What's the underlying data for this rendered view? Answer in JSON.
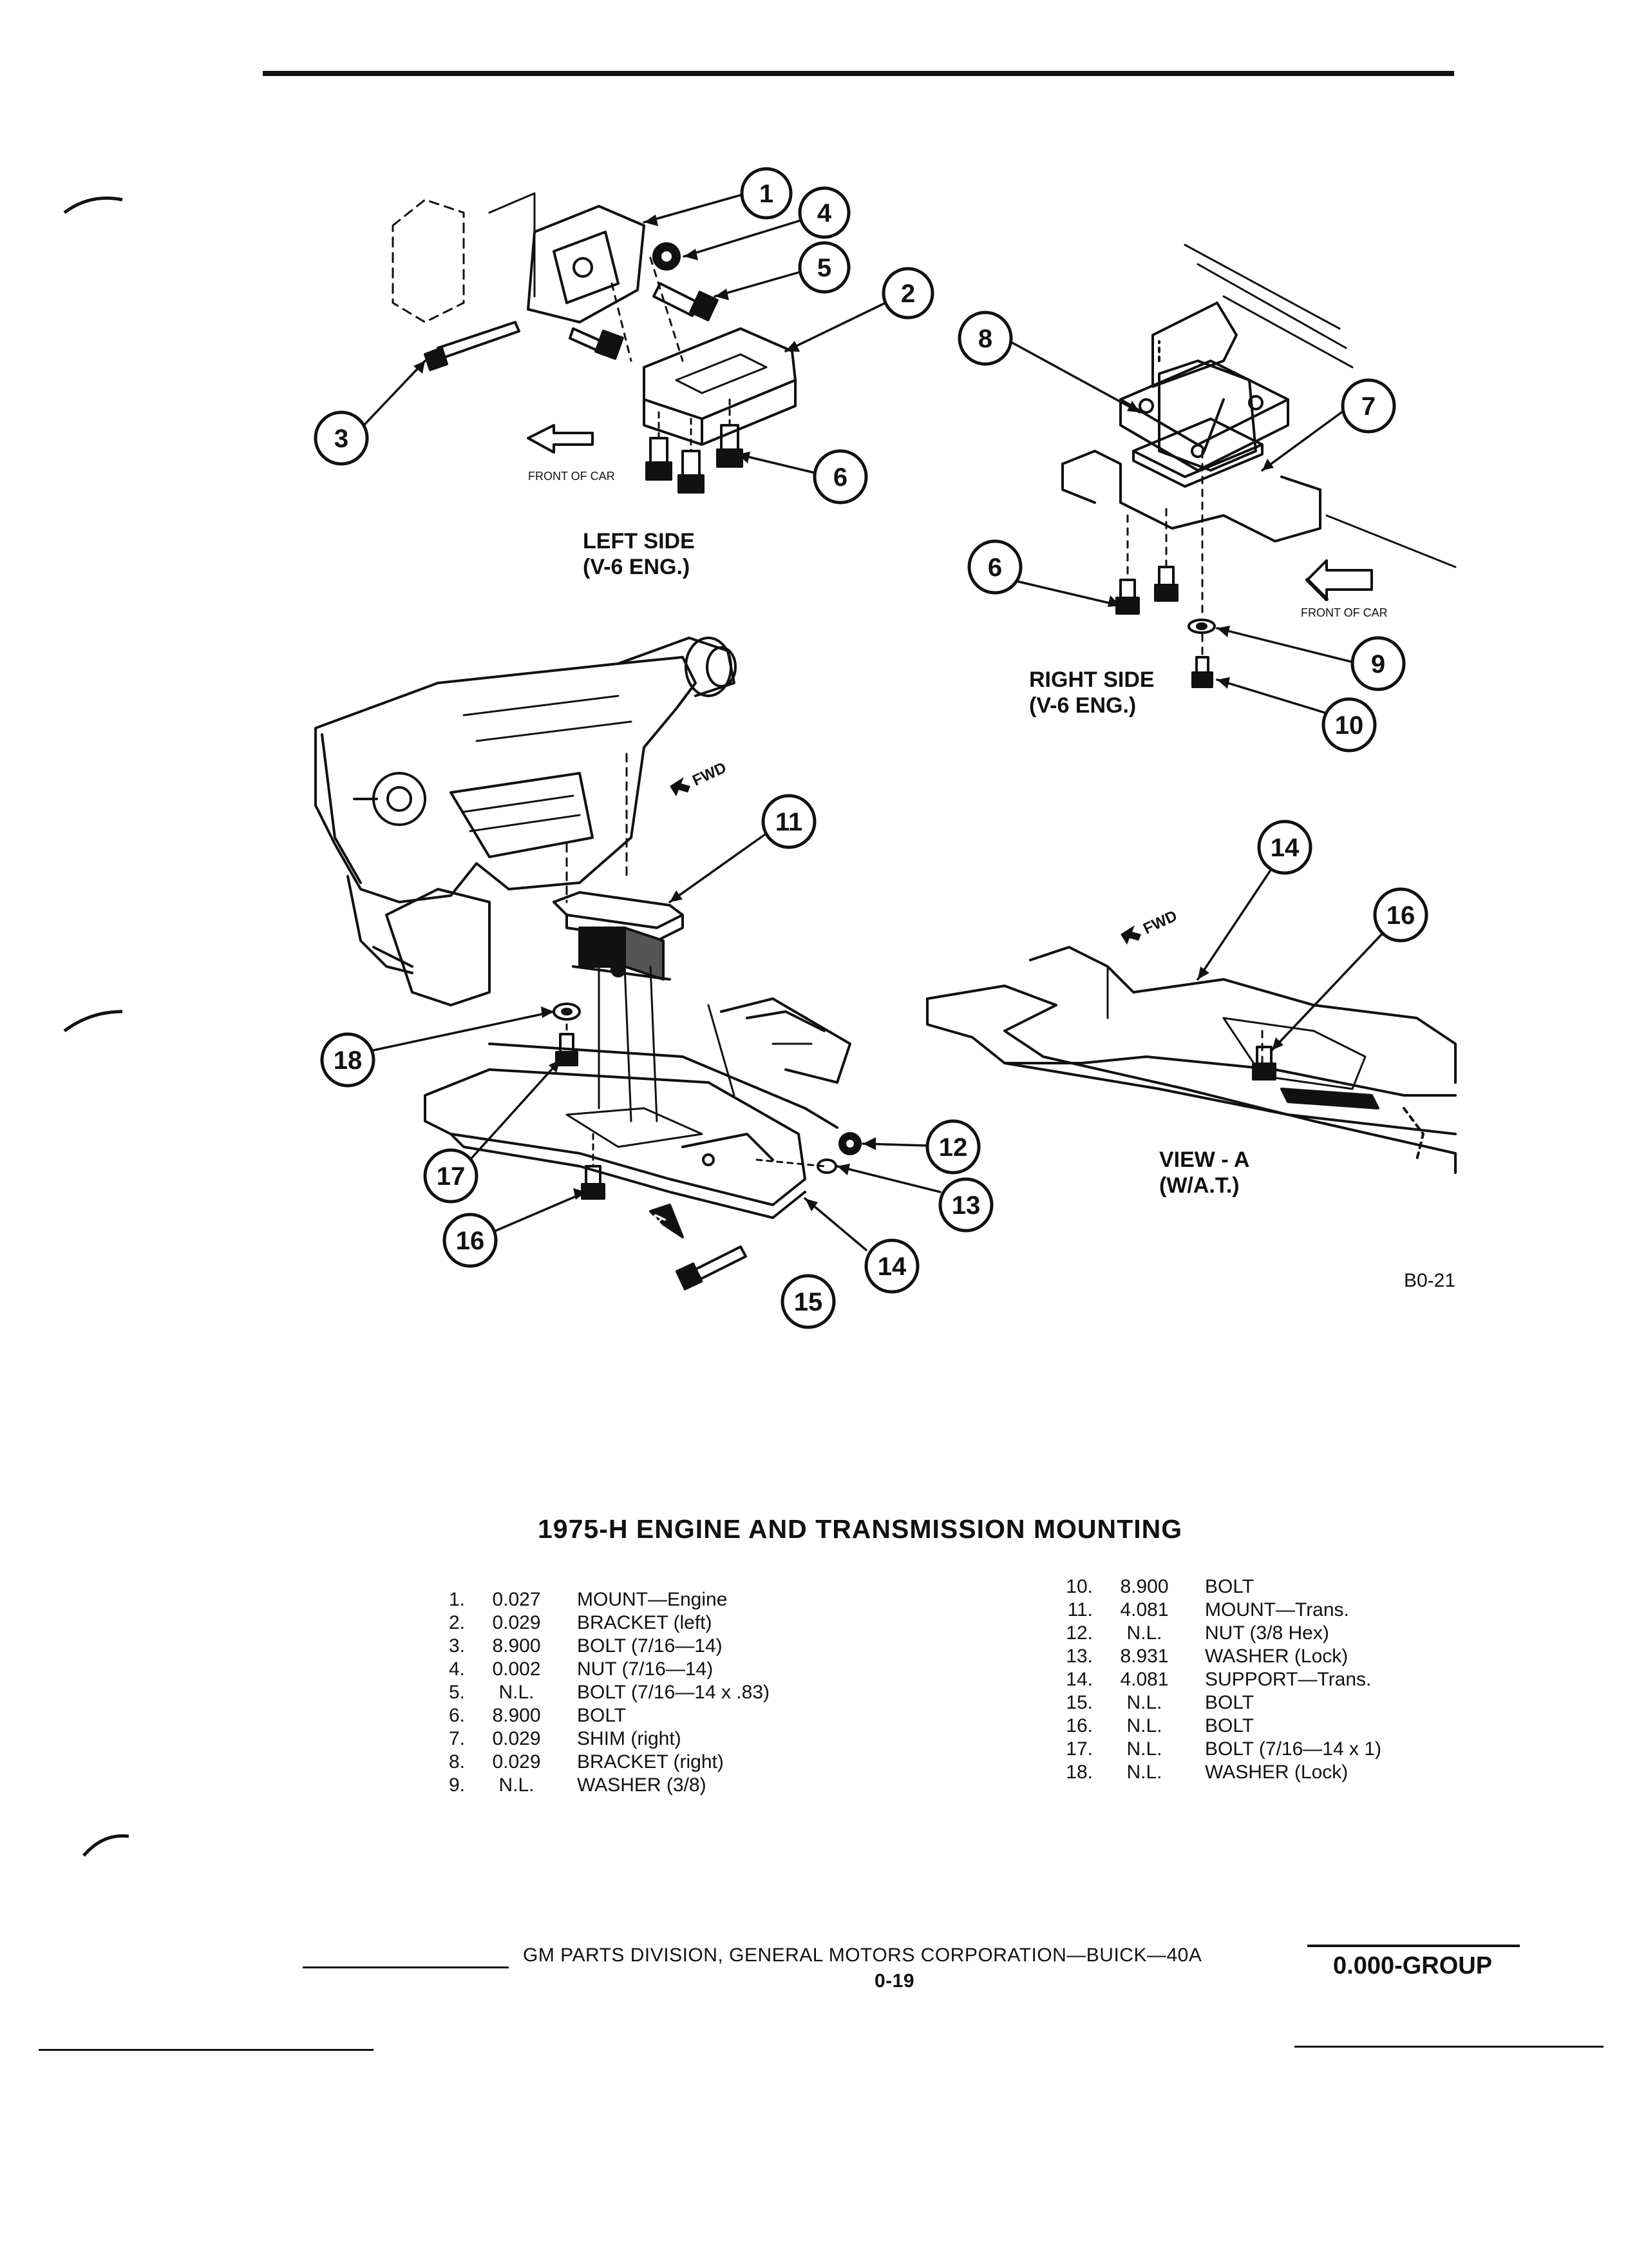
{
  "diagram": {
    "left_side_label": [
      "LEFT SIDE",
      "(V-6 ENG.)"
    ],
    "right_side_label": [
      "RIGHT SIDE",
      "(V-6 ENG.)"
    ],
    "view_a_label": [
      "VIEW - A",
      "(W/A.T.)"
    ],
    "front_of_car": "FRONT OF CAR",
    "fwd": "FWD",
    "view_marker": "A",
    "figure_code": "B0-21"
  },
  "title": "1975-H ENGINE AND TRANSMISSION MOUNTING",
  "parts_left": [
    {
      "num": "1.",
      "code": "0.027",
      "desc": "MOUNT—Engine"
    },
    {
      "num": "2.",
      "code": "0.029",
      "desc": "BRACKET (left)"
    },
    {
      "num": "3.",
      "code": "8.900",
      "desc": "BOLT (7/16—14)"
    },
    {
      "num": "4.",
      "code": "0.002",
      "desc": "NUT (7/16—14)"
    },
    {
      "num": "5.",
      "code": "N.L.",
      "desc": "BOLT (7/16—14 x .83)"
    },
    {
      "num": "6.",
      "code": "8.900",
      "desc": "BOLT"
    },
    {
      "num": "7.",
      "code": "0.029",
      "desc": "SHIM (right)"
    },
    {
      "num": "8.",
      "code": "0.029",
      "desc": "BRACKET (right)"
    },
    {
      "num": "9.",
      "code": "N.L.",
      "desc": "WASHER (3/8)"
    }
  ],
  "parts_right": [
    {
      "num": "10.",
      "code": "8.900",
      "desc": "BOLT"
    },
    {
      "num": "11.",
      "code": "4.081",
      "desc": "MOUNT—Trans."
    },
    {
      "num": "12.",
      "code": "N.L.",
      "desc": "NUT (3/8 Hex)"
    },
    {
      "num": "13.",
      "code": "8.931",
      "desc": "WASHER (Lock)"
    },
    {
      "num": "14.",
      "code": "4.081",
      "desc": "SUPPORT—Trans."
    },
    {
      "num": "15.",
      "code": "N.L.",
      "desc": "BOLT"
    },
    {
      "num": "16.",
      "code": "N.L.",
      "desc": "BOLT"
    },
    {
      "num": "17.",
      "code": "N.L.",
      "desc": "BOLT (7/16—14 x 1)"
    },
    {
      "num": "18.",
      "code": "N.L.",
      "desc": "WASHER (Lock)"
    }
  ],
  "footer": {
    "division": "GM PARTS DIVISION, GENERAL MOTORS CORPORATION—BUICK—40A",
    "page": "0-19",
    "group": "0.000-GROUP"
  },
  "callout_numbers": [
    "1",
    "2",
    "3",
    "4",
    "5",
    "6",
    "6",
    "7",
    "8",
    "9",
    "10",
    "11",
    "12",
    "13",
    "14",
    "14",
    "15",
    "16",
    "16",
    "17",
    "18"
  ]
}
